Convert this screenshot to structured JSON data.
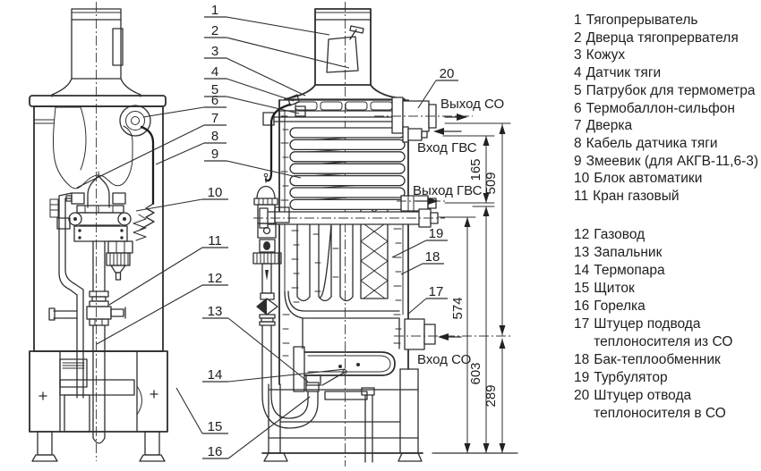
{
  "diagram": {
    "callouts": [
      "1",
      "2",
      "3",
      "4",
      "5",
      "6",
      "7",
      "8",
      "9",
      "10",
      "11",
      "12",
      "13",
      "14",
      "15",
      "16",
      "17",
      "18",
      "19",
      "20"
    ],
    "ports": {
      "flue_out": "Выход СО",
      "dhw_in": "Вход ГВС",
      "dhw_out": "Выход ГВС",
      "heat_in": "Вход СО"
    },
    "dimensions": {
      "d165": "165",
      "d509": "509",
      "d574": "574",
      "d603": "603",
      "d289": "289"
    }
  },
  "legend": {
    "items": [
      {
        "num": "1",
        "label": "Тягопрерыватель"
      },
      {
        "num": "2",
        "label": "Дверца тягопрервателя"
      },
      {
        "num": "3",
        "label": "Кожух"
      },
      {
        "num": "4",
        "label": "Датчик тяги"
      },
      {
        "num": "5",
        "label": "Патрубок для термометра"
      },
      {
        "num": "6",
        "label": "Термобаллон-сильфон"
      },
      {
        "num": "7",
        "label": "Дверка"
      },
      {
        "num": "8",
        "label": "Кабель датчика тяги"
      },
      {
        "num": "9",
        "label": "Змеевик (для АКГВ-11,6-3)"
      },
      {
        "num": "10",
        "label": "Блок автоматики"
      },
      {
        "num": "11",
        "label": "Кран газовый"
      }
    ],
    "items2": [
      {
        "num": "12",
        "label": "Газовод"
      },
      {
        "num": "13",
        "label": "Запальник"
      },
      {
        "num": "14",
        "label": "Термопара"
      },
      {
        "num": "15",
        "label": "Щиток"
      },
      {
        "num": "16",
        "label": "Горелка"
      },
      {
        "num": "17",
        "label": "Штуцер подвода\nтеплоносителя из СО"
      },
      {
        "num": "18",
        "label": "Бак-теплообменник"
      },
      {
        "num": "19",
        "label": "Турбулятор"
      },
      {
        "num": "20",
        "label": "Штуцер отвода\nтеплоносителя в СО"
      }
    ]
  }
}
